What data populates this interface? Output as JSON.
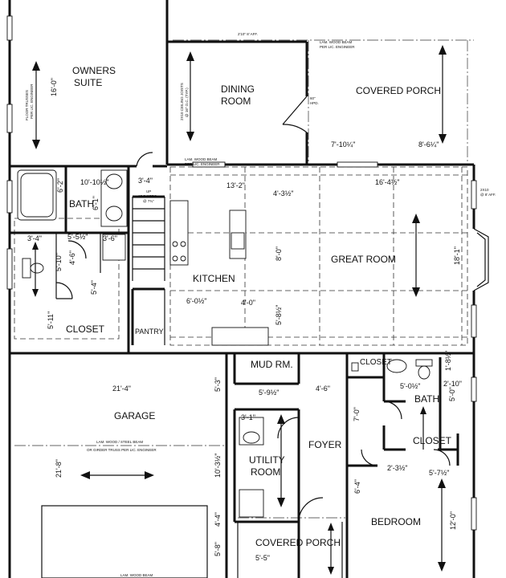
{
  "rooms": {
    "owners_suite": [
      "OWNERS",
      "SUITE"
    ],
    "dining_room": [
      "DINING",
      "ROOM"
    ],
    "covered_porch_top": "COVERED PORCH",
    "bath_left": "BATH",
    "kitchen": "KITCHEN",
    "great_room": "GREAT ROOM",
    "closet_left": "CLOSET",
    "pantry": "PANTRY",
    "mud_rm": "MUD RM.",
    "closet_right_top": "CLOSET",
    "bath_right": "BATH",
    "garage": "GARAGE",
    "foyer": "FOYER",
    "closet_right": "CLOSET",
    "utility_room": [
      "UTILITY",
      "ROOM"
    ],
    "bedroom": "BEDROOM",
    "covered_porch_bottom": "COVERED PORCH"
  },
  "dimensions": {
    "owners_depth": "16'-0\"",
    "d_10_10": "10'-10½\"",
    "d_3_4_a": "3'-4\"",
    "d_13_2": "13'-2\"",
    "d_4_3": "4'-3½\"",
    "d_16_4": "16'-4½\"",
    "d_6_1": "6'-1\"",
    "d_6_2": "6'-2\"",
    "d_3_4_b": "3'-4\"",
    "d_5_5": "5'-5½\"",
    "d_3_6": "3'-6\"",
    "d_4_6_a": "4'-6\"",
    "d_5_10": "5'-10\"",
    "d_8_0": "8'-0\"",
    "d_18_1": "18'-1\"",
    "d_6_0": "6'-0½\"",
    "d_4_0": "4'-0\"",
    "d_5_8": "5'-8½\"",
    "d_5_4": "5'-4\"",
    "d_5_11": "5'-11\"",
    "d_7_10": "7'-10¼\"",
    "d_8_6": "8'-6¼\"",
    "d_21_4": "21'-4\"",
    "d_5_9": "5'-9½\"",
    "d_4_6_b": "4'-6\"",
    "d_5_0_a": "5'-0½\"",
    "d_2_10": "2'-10\"",
    "d_1_8": "1'-8½\"",
    "d_3_1": "3'-1\"",
    "d_5_3": "5'-3\"",
    "d_5_0_b": "5'-0\"",
    "d_7_0": "7'-0\"",
    "d_21_8": "21'-8\"",
    "d_10_3": "10'-3½\"",
    "d_2_3": "2'-3½\"",
    "d_5_7": "5'-7½\"",
    "d_6_4": "6'-4\"",
    "d_12_0": "12'-0\"",
    "d_5_8b": "5'-8\"",
    "d_5_5b": "5'-5\"",
    "d_4_4": "4'-4\""
  },
  "notes": {
    "ceiling_top": "2'10\" 8' AFF.",
    "beam_top": [
      "LAM. WOOD BEAM",
      "PER LIC. ENGINEER"
    ],
    "beam_mid": [
      "LAM. WOOD BEAM",
      "PER LIC. ENGINEER"
    ],
    "floor_trusses": [
      "FLOOR TRUSSES",
      "PER LIC. ENGINEER"
    ],
    "ceiling_joists": [
      "2X10 CEILING JOISTS",
      "@ 16\" O.C. (TYP.)"
    ],
    "hpd": [
      "60\"",
      "HPD."
    ],
    "risers": [
      "UP",
      "17 RISERS",
      "@ 7¾\""
    ],
    "garage_beam": [
      "LAM. WOOD / STEEL BEAM",
      "OR GIRDER TRUSS PER LIC. ENGINEER"
    ],
    "header_right": [
      "2X10",
      "@ 8' AFF."
    ],
    "bottom_beam": "LAM. WOOD BEAM"
  }
}
